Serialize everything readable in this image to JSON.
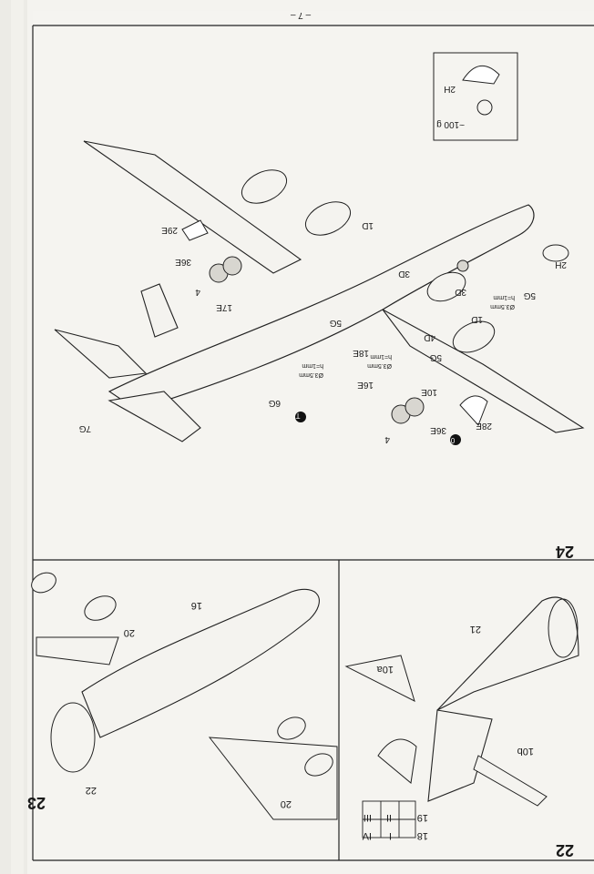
{
  "page_number": "– 7 –",
  "steps": {
    "s22": "22",
    "s23": "23",
    "s24": "24"
  },
  "step24": {
    "weight": "~100 g",
    "parts": {
      "p2H_box": "2H",
      "p2H_nose": "2H",
      "p1D_a": "1D",
      "p1D_b": "1D",
      "p3D_a": "3D",
      "p3D_b": "3D",
      "p4D": "4D",
      "p5G_a": "5G",
      "p5G_b": "5G",
      "p5G_c": "5G",
      "p6G": "6G",
      "p7G": "7G",
      "p10E": "10E",
      "p16E": "16E",
      "p17E": "17E",
      "p18E": "18E",
      "p28E": "28E",
      "p29E": "29E",
      "p36E_a": "36E",
      "p36E_b": "36E",
      "p4_a": "4",
      "p4_b": "4"
    },
    "drill_notes": {
      "n1": "Ø3.5mm",
      "n1b": "h=1mm",
      "n2": "Ø3.5mm",
      "n2b": "h=1mm",
      "n3": "Ø3.5mm",
      "n3b": "h=1mm"
    },
    "markers": {
      "m1": "0",
      "m2": "T"
    }
  },
  "step22": {
    "p21": "21",
    "p10a": "10a",
    "p10b": "10b",
    "variants": [
      {
        "step": "18",
        "a": "I",
        "b": "IV"
      },
      {
        "step": "19",
        "a": "II",
        "b": "III"
      }
    ]
  },
  "step23": {
    "p16": "16",
    "p20_a": "20",
    "p20_b": "20",
    "p22": "22"
  }
}
